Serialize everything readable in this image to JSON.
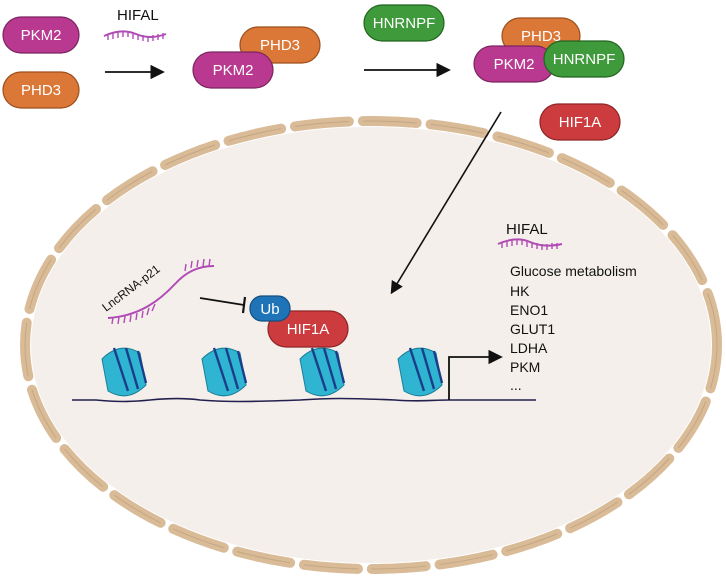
{
  "colors": {
    "pkm2": "#b8398f",
    "phd3": "#db7737",
    "hnrnpf": "#3e9a3b",
    "hif1a": "#cc3b3d",
    "ub": "#1f73b7",
    "nucleus_fill": "#f4efea",
    "envelope": "#d9bb97",
    "histone": "#2fb5d1",
    "rna": "#b04bb5",
    "dna": "#23204f"
  },
  "labels": {
    "pkm2": "PKM2",
    "phd3": "PHD3",
    "hifal": "HIFAL",
    "hnrnpf": "HNRNPF",
    "hif1a": "HIF1A",
    "ub": "Ub",
    "lncrna": "LncRNA-p21",
    "hifal_nucleus": "HIFAL"
  },
  "targets": {
    "title": "Glucose metabolism",
    "genes": [
      "HK",
      "ENO1",
      "GLUT1",
      "LDHA",
      "PKM",
      "..."
    ]
  },
  "icons": [
    "rna-strand-icon",
    "nucleosome-icon",
    "inhibition-arrow-icon",
    "transcription-arrow-icon"
  ]
}
